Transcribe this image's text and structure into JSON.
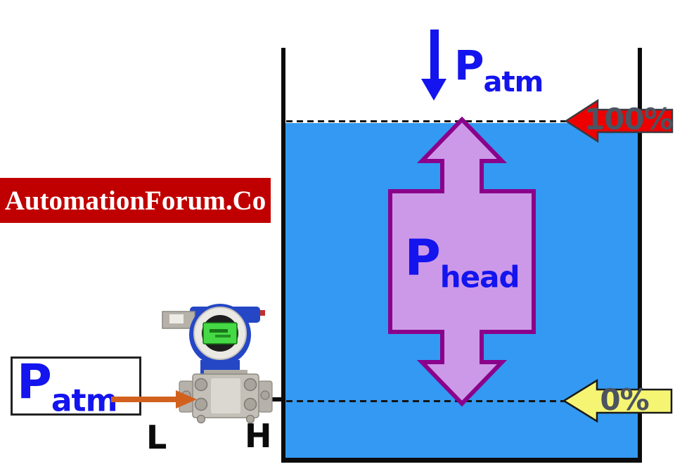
{
  "banner": {
    "text": "AutomationForum.Co"
  },
  "tank": {
    "atmosphere_label": {
      "main": "P",
      "sub": "atm"
    },
    "head_label": {
      "main": "P",
      "sub": "head"
    },
    "level_high_label": "100%",
    "level_low_label": "0%"
  },
  "transmitter": {
    "low_port_label": "L",
    "high_port_label": "H",
    "reference_label": {
      "main": "P",
      "sub": "atm"
    }
  },
  "icons": {
    "patm_down_arrow": "arrow-down",
    "level_100_arrow": "arrow-left",
    "level_0_arrow": "arrow-left",
    "phead_double_arrow": "arrow-up-down",
    "atm_reference_arrow": "arrow-right"
  },
  "colors": {
    "liquid": "#3399F2",
    "label-blue": "#1414EE",
    "banner-red": "#C00000",
    "arrow-red": "#EE0000",
    "arrow-yellow": "#F5F573",
    "arrow-orange": "#D2611E",
    "head-fill": "#CC99E8",
    "head-border": "#8B008B",
    "percent-text": "#4D5360"
  }
}
